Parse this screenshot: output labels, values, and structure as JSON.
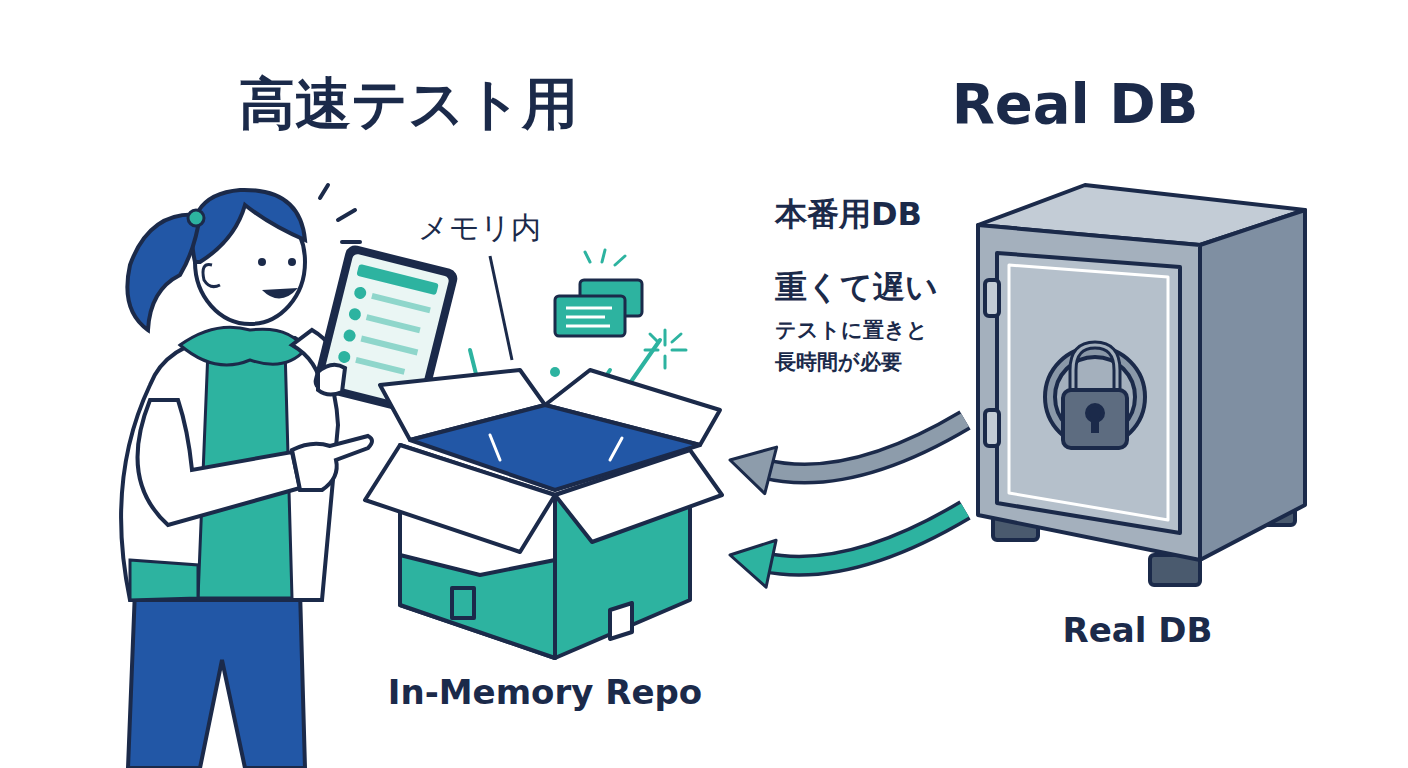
{
  "diagram": {
    "nodes": [
      {
        "text": [
          "In-Memory Repo"
        ]
      },
      {
        "text": [
          "Real DB"
        ]
      }
    ],
    "edges": [
      {
        "from": 1,
        "to": 0,
        "arrow": "to"
      },
      {
        "from": 1,
        "to": 0,
        "arrow": "to"
      }
    ],
    "labels": [
      "高速テスト用",
      "Real DB",
      "メモリ内",
      "本番用DB",
      "重くて遅い",
      "テストに置きと",
      "長時間が必要"
    ]
  }
}
